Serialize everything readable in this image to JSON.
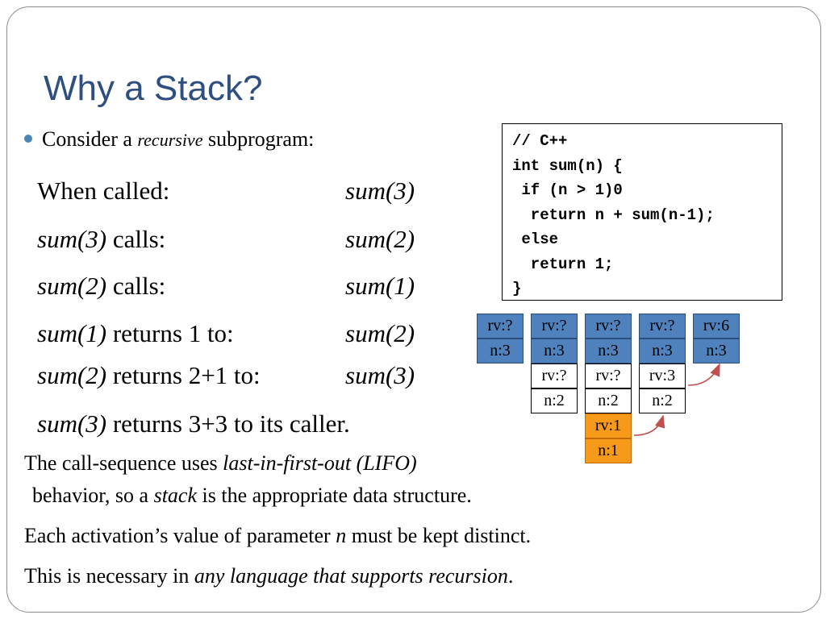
{
  "slide": {
    "title": "Why a Stack?",
    "bullet": {
      "prefix": "Consider a ",
      "emph": "recursive",
      "suffix": " subprogram:"
    },
    "calls": [
      {
        "left_italic": "",
        "left_plain": "When called:",
        "right": "sum(3)"
      },
      {
        "left_italic": "sum(3)",
        "left_plain": " calls:",
        "right": "sum(2)"
      },
      {
        "left_italic": "sum(2)",
        "left_plain": " calls:",
        "right": "sum(1)"
      },
      {
        "left_italic": "sum(1)",
        "left_plain": " returns 1 to:",
        "right": "sum(2)"
      },
      {
        "left_italic": "sum(2)",
        "left_plain": " returns 2+1 to:",
        "right": "sum(3)"
      },
      {
        "left_italic": "sum(3)",
        "left_plain": " returns 3+3 to its caller.",
        "right": ""
      }
    ],
    "para1": {
      "l1_plain": "The call-sequence uses ",
      "l1_emph": "last-in-first-out (LIFO)",
      "l2_a": "behavior, so a ",
      "l2_emph": "stack",
      "l2_b": " is the appropriate data structure."
    },
    "para2": {
      "a": "Each activation’s value of parameter ",
      "emph": "n",
      "b": " must be kept distinct."
    },
    "para3": {
      "a": "This is necessary in ",
      "emph": "any language that supports recursion",
      "b": "."
    },
    "code_lines": [
      "// C++",
      "int sum(n) {",
      " if (n > 1)0",
      "  return n + sum(n-1);",
      " else",
      "  return 1;",
      "}"
    ],
    "stack": {
      "columns": [
        {
          "frames": [
            [
              "rv:?",
              "n:3"
            ]
          ]
        },
        {
          "frames": [
            [
              "rv:?",
              "n:3"
            ],
            [
              "rv:?",
              "n:2"
            ]
          ]
        },
        {
          "frames": [
            [
              "rv:?",
              "n:3"
            ],
            [
              "rv:?",
              "n:2"
            ],
            [
              "rv:1",
              "n:1"
            ]
          ]
        },
        {
          "frames": [
            [
              "rv:?",
              "n:3"
            ],
            [
              "rv:3",
              "n:2"
            ]
          ]
        },
        {
          "frames": [
            [
              "rv:6",
              "n:3"
            ]
          ]
        }
      ],
      "colors": {
        "frame1": "#4f81bd",
        "frame2": "#ffffff",
        "frame3": "#f79a1a",
        "arrow": "#c0504d"
      }
    }
  }
}
